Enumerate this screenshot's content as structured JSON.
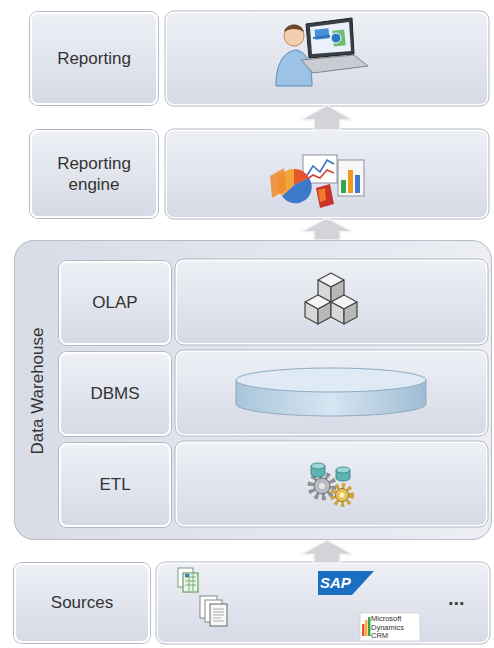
{
  "diagram": {
    "nodes": [
      {
        "text": [
          "Reporting"
        ]
      },
      {
        "text": [
          "Reporting engine"
        ]
      },
      {
        "text": [
          "Data Warehouse"
        ]
      },
      {
        "text": [
          "OLAP"
        ],
        "in": 2
      },
      {
        "text": [
          "DBMS"
        ],
        "in": 2
      },
      {
        "text": [
          "ETL"
        ],
        "in": 2
      },
      {
        "text": [
          "Sources"
        ]
      }
    ],
    "edges": [
      {
        "from": 6,
        "to": 2,
        "arrow": "to"
      },
      {
        "from": 2,
        "to": 1,
        "arrow": "to"
      },
      {
        "from": 1,
        "to": 0,
        "arrow": "to"
      }
    ],
    "labels": [
      "SAP",
      "Microsoft Dynamics CRM",
      "..."
    ]
  }
}
